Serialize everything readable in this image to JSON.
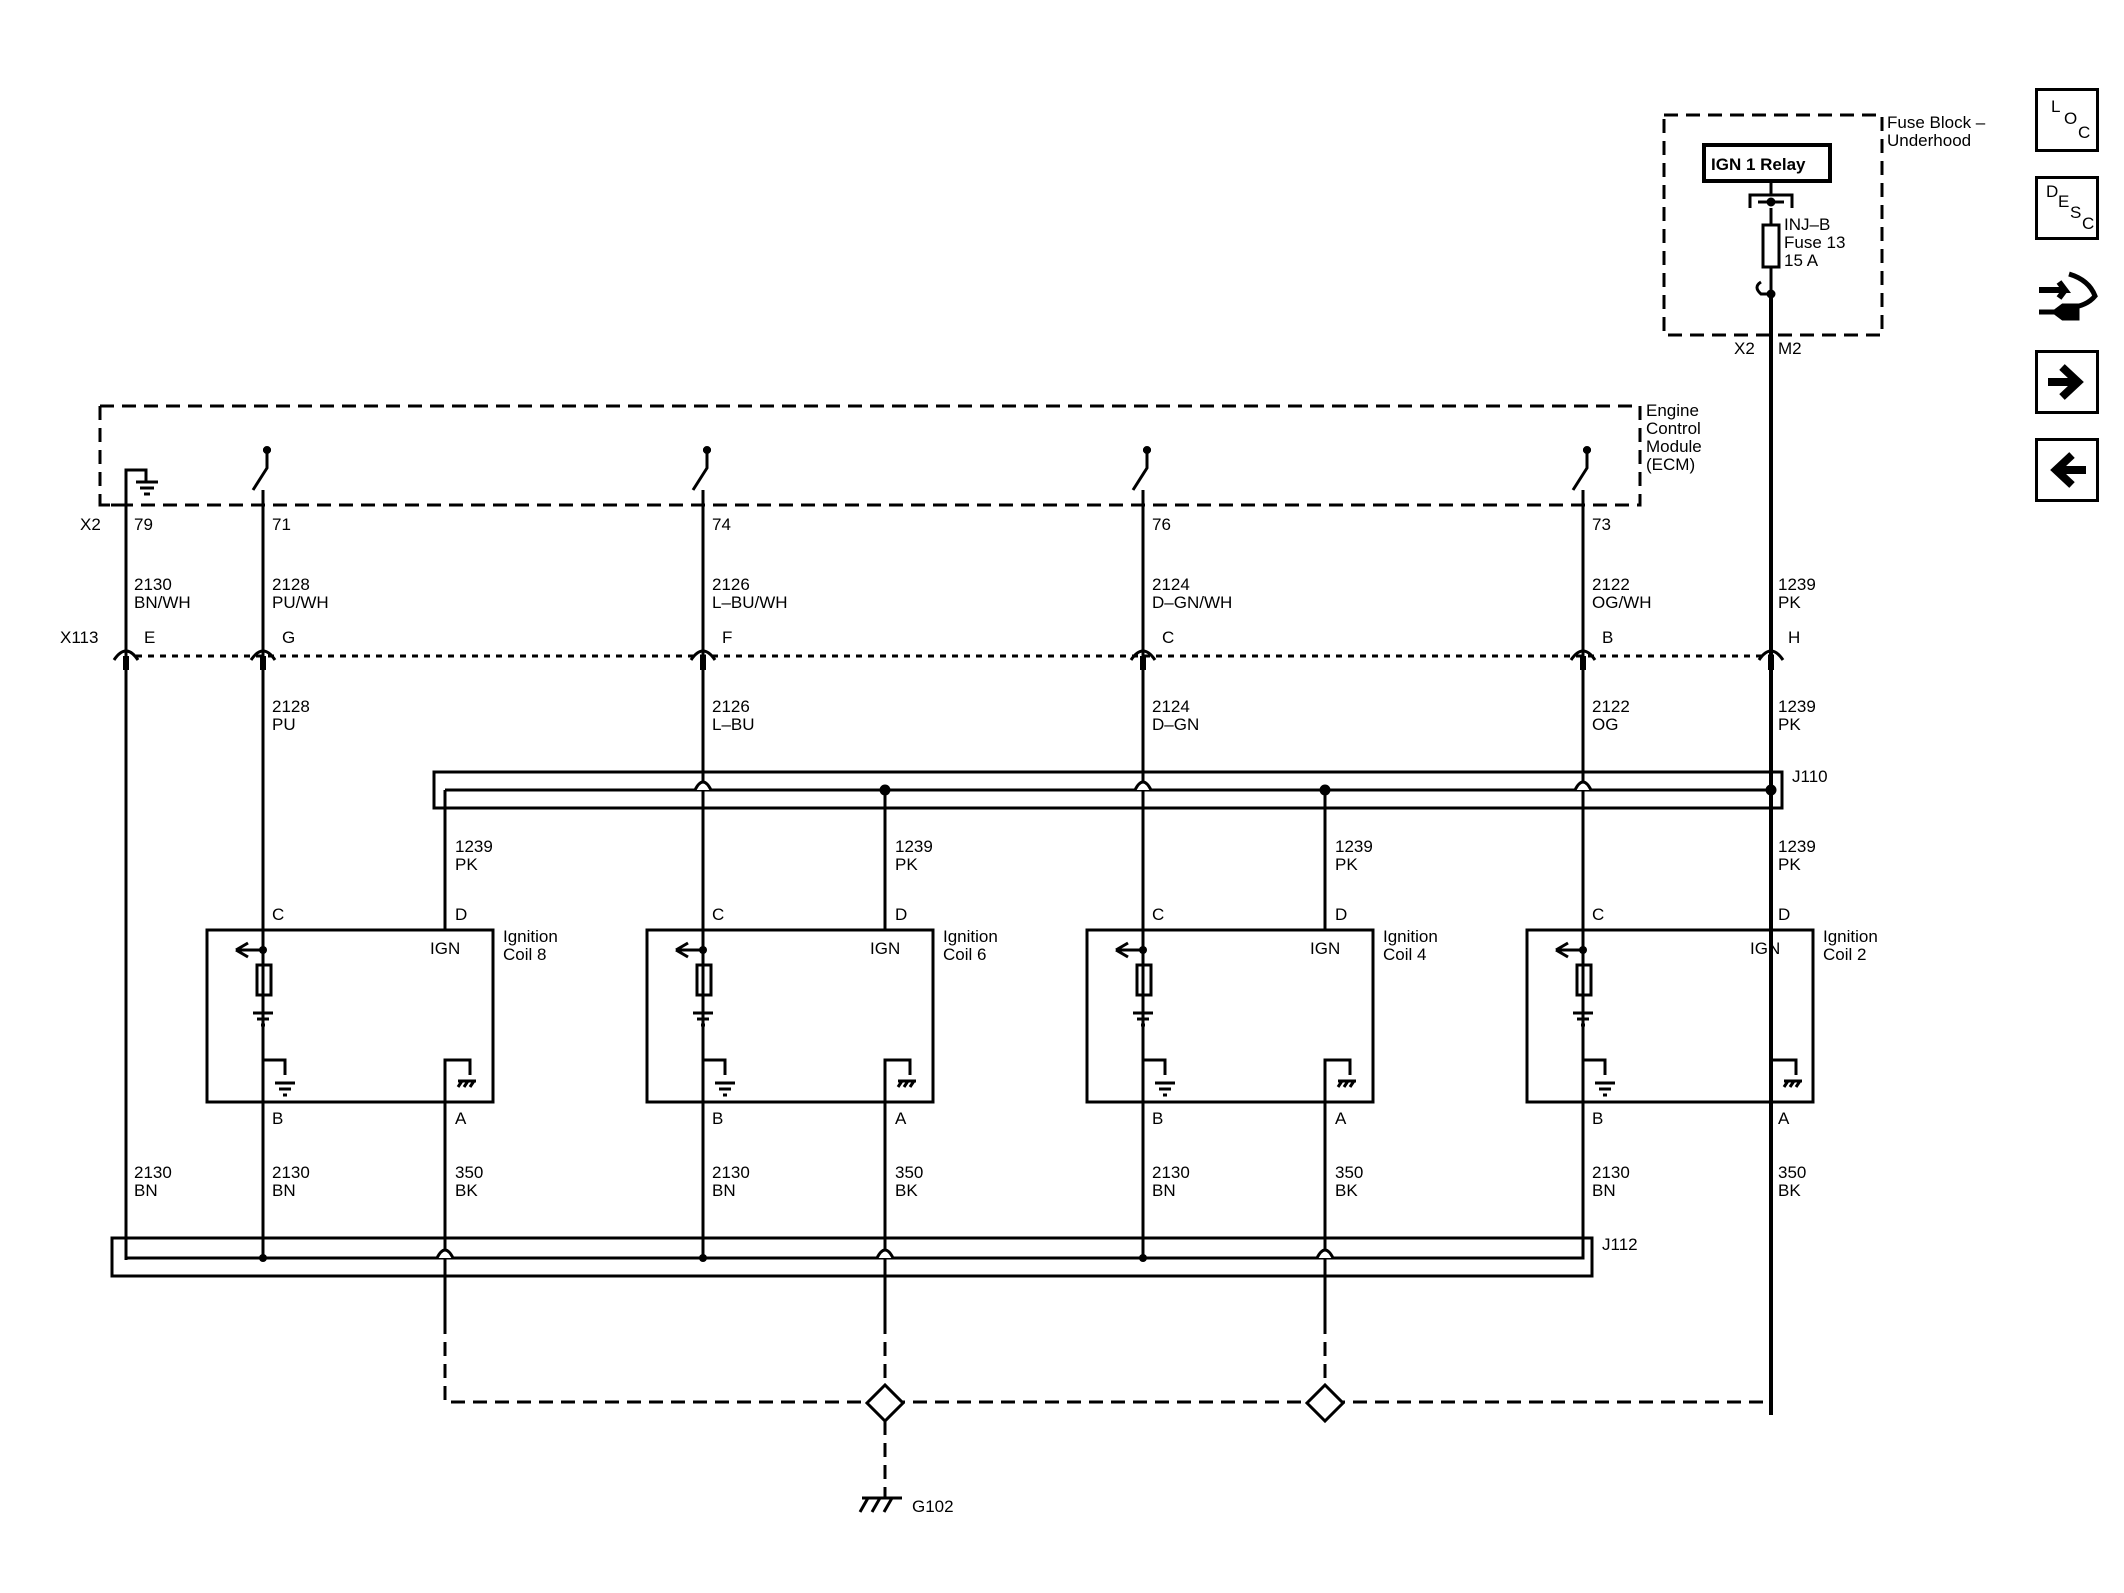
{
  "fuse_block": {
    "name": "Fuse Block –\nUnderhood",
    "relay": "IGN 1  Relay",
    "fuse_lines": [
      "INJ–B",
      "Fuse 13",
      "15 A"
    ],
    "connector": "X2",
    "pin": "M2"
  },
  "ecm": {
    "name_lines": [
      "Engine",
      "Control",
      "Module",
      "(ECM)"
    ],
    "connector": "X2",
    "pins": [
      "79",
      "71",
      "74",
      "76",
      "73"
    ]
  },
  "upper_wires": [
    {
      "num": "2130",
      "color": "BN/WH"
    },
    {
      "num": "2128",
      "color": "PU/WH"
    },
    {
      "num": "2126",
      "color": "L–BU/WH"
    },
    {
      "num": "2124",
      "color": "D–GN/WH"
    },
    {
      "num": "2122",
      "color": "OG/WH"
    },
    {
      "num": "1239",
      "color": "PK"
    }
  ],
  "inline_connector": {
    "name": "X113",
    "pins": [
      "E",
      "G",
      "F",
      "C",
      "B",
      "H"
    ]
  },
  "lower_wires": [
    {
      "num": "2128",
      "color": "PU"
    },
    {
      "num": "2126",
      "color": "L–BU"
    },
    {
      "num": "2124",
      "color": "D–GN"
    },
    {
      "num": "2122",
      "color": "OG"
    },
    {
      "num": "1239",
      "color": "PK"
    }
  ],
  "splice_j110": "J110",
  "splice_j112": "J112",
  "coil_feed": {
    "num": "1239",
    "color": "PK"
  },
  "coils": [
    {
      "name": "Ignition\nCoil 8"
    },
    {
      "name": "Ignition\nCoil 6"
    },
    {
      "name": "Ignition\nCoil 4"
    },
    {
      "name": "Ignition\nCoil 2"
    }
  ],
  "coil_pins": {
    "c": "C",
    "d": "D",
    "b": "B",
    "a": "A",
    "ign": "IGN"
  },
  "ground_wires": {
    "bn": {
      "num": "2130",
      "color": "BN"
    },
    "bk": {
      "num": "350",
      "color": "BK"
    }
  },
  "ground": "G102",
  "sidebar": {
    "loc": [
      "L",
      "O",
      "C"
    ],
    "desc": [
      "D",
      "E",
      "S",
      "C"
    ],
    "icons": [
      "connector-view-icon",
      "next-arrow-icon",
      "previous-arrow-icon"
    ]
  }
}
